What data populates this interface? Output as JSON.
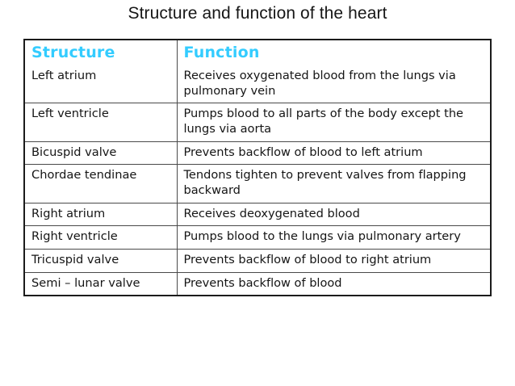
{
  "slide": {
    "title": "Structure and function of the heart",
    "accent_color": "#33ccff",
    "text_color": "#151515",
    "border_color": "#1b1b1b",
    "background_color": "#ffffff"
  },
  "table": {
    "headers": {
      "structure": "Structure",
      "function": "Function"
    },
    "rows": [
      {
        "structure": "Left atrium",
        "function": "Receives oxygenated blood from the lungs via pulmonary vein"
      },
      {
        "structure": "Left ventricle",
        "function": "Pumps blood to all parts of the body except the lungs via aorta"
      },
      {
        "structure": "Bicuspid valve",
        "function": "Prevents backflow of blood to left atrium"
      },
      {
        "structure": "Chordae tendinae",
        "function": "Tendons tighten to prevent valves from flapping backward"
      },
      {
        "structure": "Right atrium",
        "function": "Receives deoxygenated blood"
      },
      {
        "structure": "Right ventricle",
        "function": "Pumps blood to the lungs via pulmonary artery"
      },
      {
        "structure": "Tricuspid valve",
        "function": "Prevents backflow of blood to right atrium"
      },
      {
        "structure": "Semi – lunar valve",
        "function": "Prevents backflow of blood"
      }
    ]
  }
}
